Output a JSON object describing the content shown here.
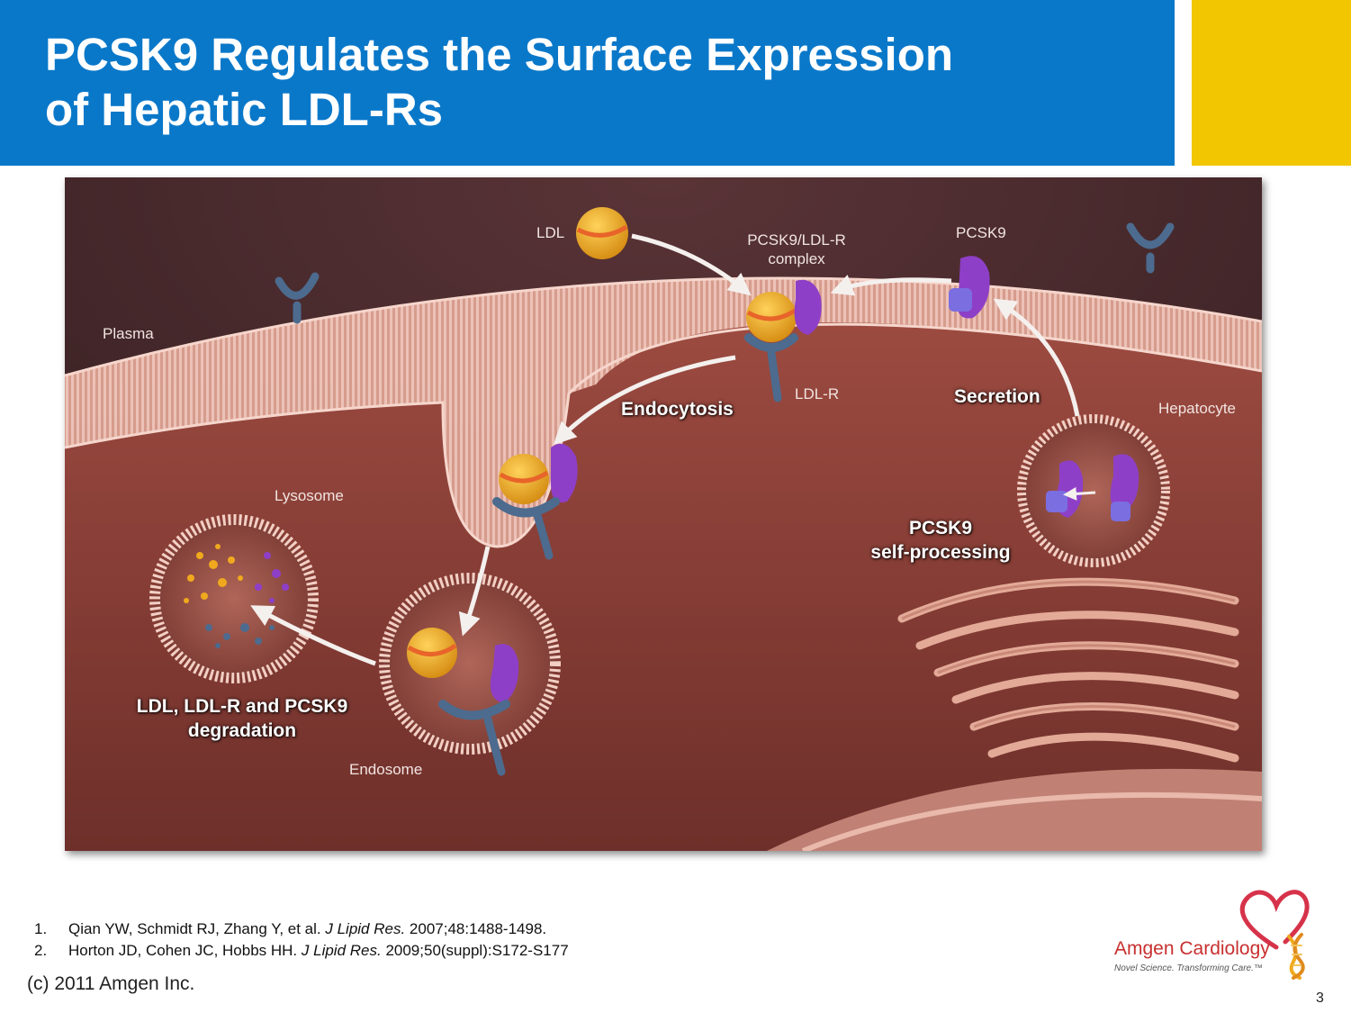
{
  "slide": {
    "title_line1": "PCSK9 Regulates the Surface Expression",
    "title_line2": "of Hepatic LDL-Rs",
    "title_bar_color": "#0a78c9",
    "accent_color": "#f2c600",
    "page_number": "3"
  },
  "diagram": {
    "labels": {
      "ldl": "LDL",
      "complex_line1": "PCSK9/LDL-R",
      "complex_line2": "complex",
      "pcsk9": "PCSK9",
      "plasma": "Plasma",
      "ldlr": "LDL-R",
      "hepatocyte": "Hepatocyte",
      "lysosome": "Lysosome",
      "endosome": "Endosome"
    },
    "steps": {
      "endocytosis": "Endocytosis",
      "secretion": "Secretion",
      "self_processing_line1": "PCSK9",
      "self_processing_line2": "self-processing",
      "degradation_line1": "LDL, LDL-R and PCSK9",
      "degradation_line2": "degradation"
    },
    "colors": {
      "cell_interior": "#8a4038",
      "plasma_background": "#4a2b2e",
      "membrane": "#e8b4a6",
      "ldl_particle": "#f0a91e",
      "ldl_band": "#e8642a",
      "pcsk9": "#8e3fc7",
      "receptor": "#4c6b8e"
    }
  },
  "references": [
    {
      "num": "1.",
      "authors": "Qian YW, Schmidt RJ, Zhang Y, et al. ",
      "journal": "J Lipid Res.",
      "detail": " 2007;48:1488-1498."
    },
    {
      "num": "2.",
      "authors": "Horton JD, Cohen JC, Hobbs HH. ",
      "journal": "J Lipid Res.",
      "detail": " 2009;50(suppl):S172-S177"
    }
  ],
  "footer": {
    "copyright": "(c) 2011 Amgen Inc.",
    "logo_name": "Amgen Cardiology",
    "logo_tagline": "Novel Science. Transforming Care.™",
    "logo_icons": [
      "heart-outline-icon",
      "dna-helix-icon"
    ]
  }
}
